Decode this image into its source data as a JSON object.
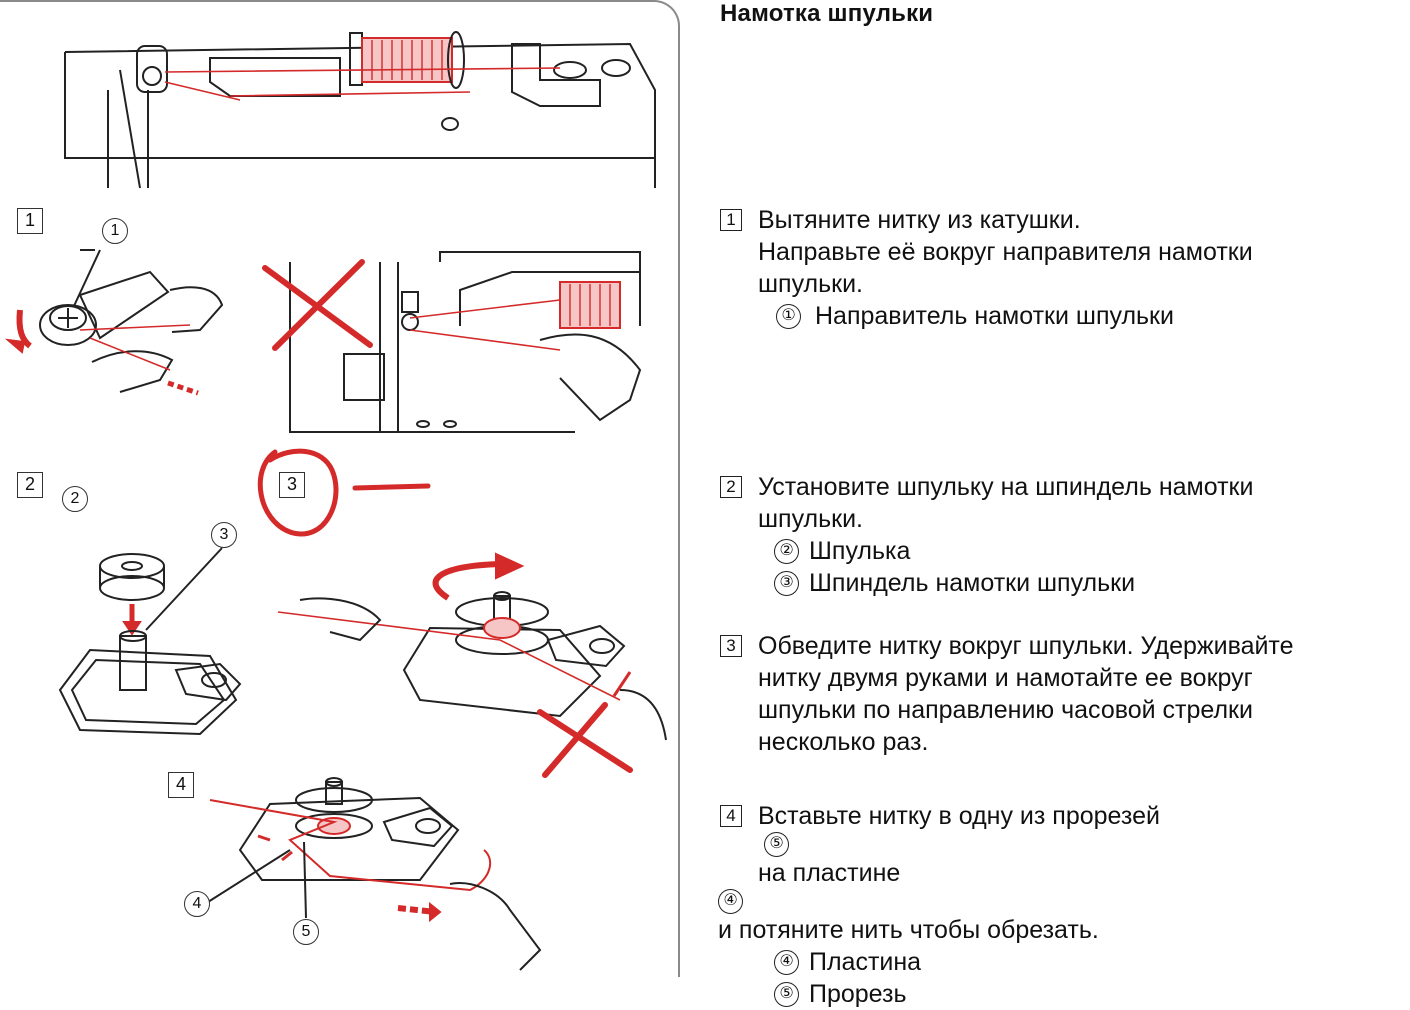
{
  "title": "Намотка шпульки",
  "steps": [
    {
      "number": "1",
      "lines": [
        "Вытяните нитку из катушки.",
        "Направьте её вокруг направителя намотки",
        "шпульки."
      ],
      "parts": [
        {
          "number": "①",
          "label": "Направитель намотки шпульки"
        }
      ]
    },
    {
      "number": "2",
      "lines": [
        "Установите шпульку на шпиндель намотки",
        "шпульки."
      ],
      "parts": [
        {
          "number": "②",
          "label": "Шпулька"
        },
        {
          "number": "③",
          "label": "Шпиндель намотки шпульки"
        }
      ]
    },
    {
      "number": "3",
      "lines": [
        "Обведите нитку вокруг шпульки. Удерживайте",
        "нитку двумя руками и намотайте ее вокруг",
        "шпульки по направлению часовой стрелки",
        "несколько раз."
      ],
      "parts": []
    },
    {
      "number": "4",
      "line1_before": "Вставьте нитку в одну из прорезей",
      "line1_ref": "⑤",
      "line1_after": "на пластине",
      "line2_ref": "④",
      "line2_after": "и потяните нить чтобы обрезать.",
      "parts": [
        {
          "number": "④",
          "label": "Пластина"
        },
        {
          "number": "⑤",
          "label": "Прорезь"
        }
      ]
    }
  ],
  "illustration_labels": {
    "step1": "1",
    "step2": "2",
    "step3": "3",
    "step4": "4",
    "guide": "1",
    "bobbin": "2",
    "spindle": "3",
    "plate": "4",
    "slit": "5"
  },
  "colors": {
    "thread": "#d42a2a",
    "line": "#222222",
    "frame": "#8a8a8a"
  }
}
